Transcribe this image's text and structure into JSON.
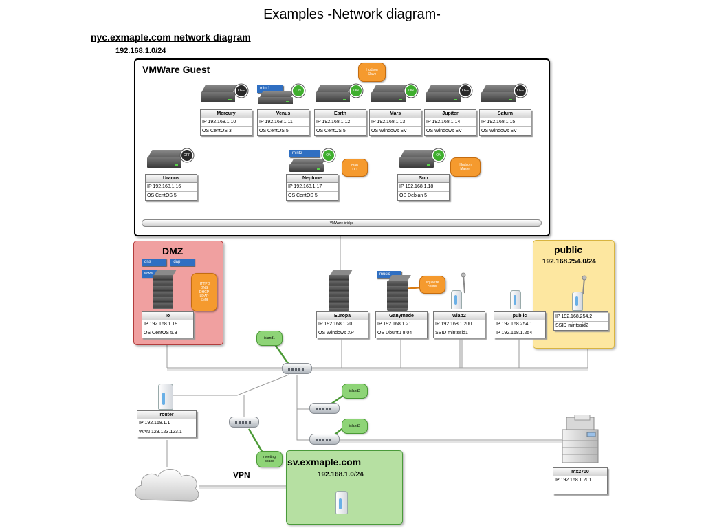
{
  "page_title": "Examples -Network diagram-",
  "nyc": {
    "title": "nyc.exmaple.com network diagram",
    "subnet": "192.168.1.0/24"
  },
  "vmware": {
    "title": "VMWare Guest",
    "bridge_label": "VMWare bridge",
    "hosts": {
      "mercury": {
        "name": "Mercury",
        "ip": "IP 192.168.1.10",
        "os": "OS CentOS 3",
        "status": "OFF"
      },
      "venus": {
        "name": "Venus",
        "ip": "IP 192.168.1.11",
        "os": "OS CentOS 5",
        "status": "ON",
        "tag": "mint1"
      },
      "earth": {
        "name": "Earth",
        "ip": "IP 192.168.1.12",
        "os": "OS CentOS 5",
        "status": "ON"
      },
      "mars": {
        "name": "Mars",
        "ip": "IP 192.168.1.13",
        "os": "OS Windows SV",
        "status": "ON",
        "callout": "Hudson\nSlave"
      },
      "jupiter": {
        "name": "Jupiter",
        "ip": "IP 192.168.1.14",
        "os": "OS Windows SV",
        "status": "OFF"
      },
      "saturn": {
        "name": "Saturn",
        "ip": "IP 192.168.1.15",
        "os": "OS Windows SV",
        "status": "OFF"
      },
      "uranus": {
        "name": "Uranus",
        "ip": "IP 192.168.1.16",
        "os": "OS CentOS 5",
        "status": "OFF"
      },
      "neptune": {
        "name": "Neptune",
        "ip": "IP 192.168.1.17",
        "os": "OS CentOS 5",
        "status": "ON",
        "tag": "mint2",
        "callout": "man\nDD"
      },
      "sun": {
        "name": "Sun",
        "ip": "IP 192.168.1.18",
        "os": "OS Debian 5",
        "status": "ON",
        "callout": "Hudson\nMaster"
      }
    }
  },
  "dmz": {
    "title": "DMZ",
    "tags": [
      "dns",
      "ldap",
      "www"
    ],
    "callout": "HTTPD\nDNS\nDHCP\nLDAP\nSMB",
    "host": {
      "name": "Io",
      "ip": "IP 192.168.1.19",
      "os": "OS CentOS 5.3"
    }
  },
  "europa": {
    "name": "Europa",
    "ip": "IP 192.168.1.20",
    "os": "OS Windows XP"
  },
  "ganymede": {
    "name": "Ganymede",
    "ip": "IP 192.168.1.21",
    "os": "OS Ubuntu 8.04",
    "tag": "music",
    "callout": "squeeze\ncenter"
  },
  "wlap2": {
    "name": "wlap2",
    "ip": "IP 192.168.1.200",
    "ssid": "SSID mintssid1"
  },
  "public_ap": {
    "name": "public",
    "ip1": "IP 192.168.254.1",
    "ip2": "IP 192.168.1.254"
  },
  "public_zone": {
    "title": "public",
    "subnet": "192.168.254.0/24",
    "ip": "IP 192.168.254.2",
    "ssid": "SSID mintssid2"
  },
  "router": {
    "name": "router",
    "ip": "IP 192.168.1.1",
    "wan": "WAN 123.123.123.1"
  },
  "islands": {
    "island1": "island1",
    "island2a": "island2",
    "island2b": "island2",
    "meeting": "meeting\nspace"
  },
  "vpn_label": "VPN",
  "sv": {
    "title": "sv.exmaple.com",
    "subnet": "192.168.1.0/24"
  },
  "printer": {
    "name": "mx2700",
    "ip": "IP 192.168.1.201"
  }
}
